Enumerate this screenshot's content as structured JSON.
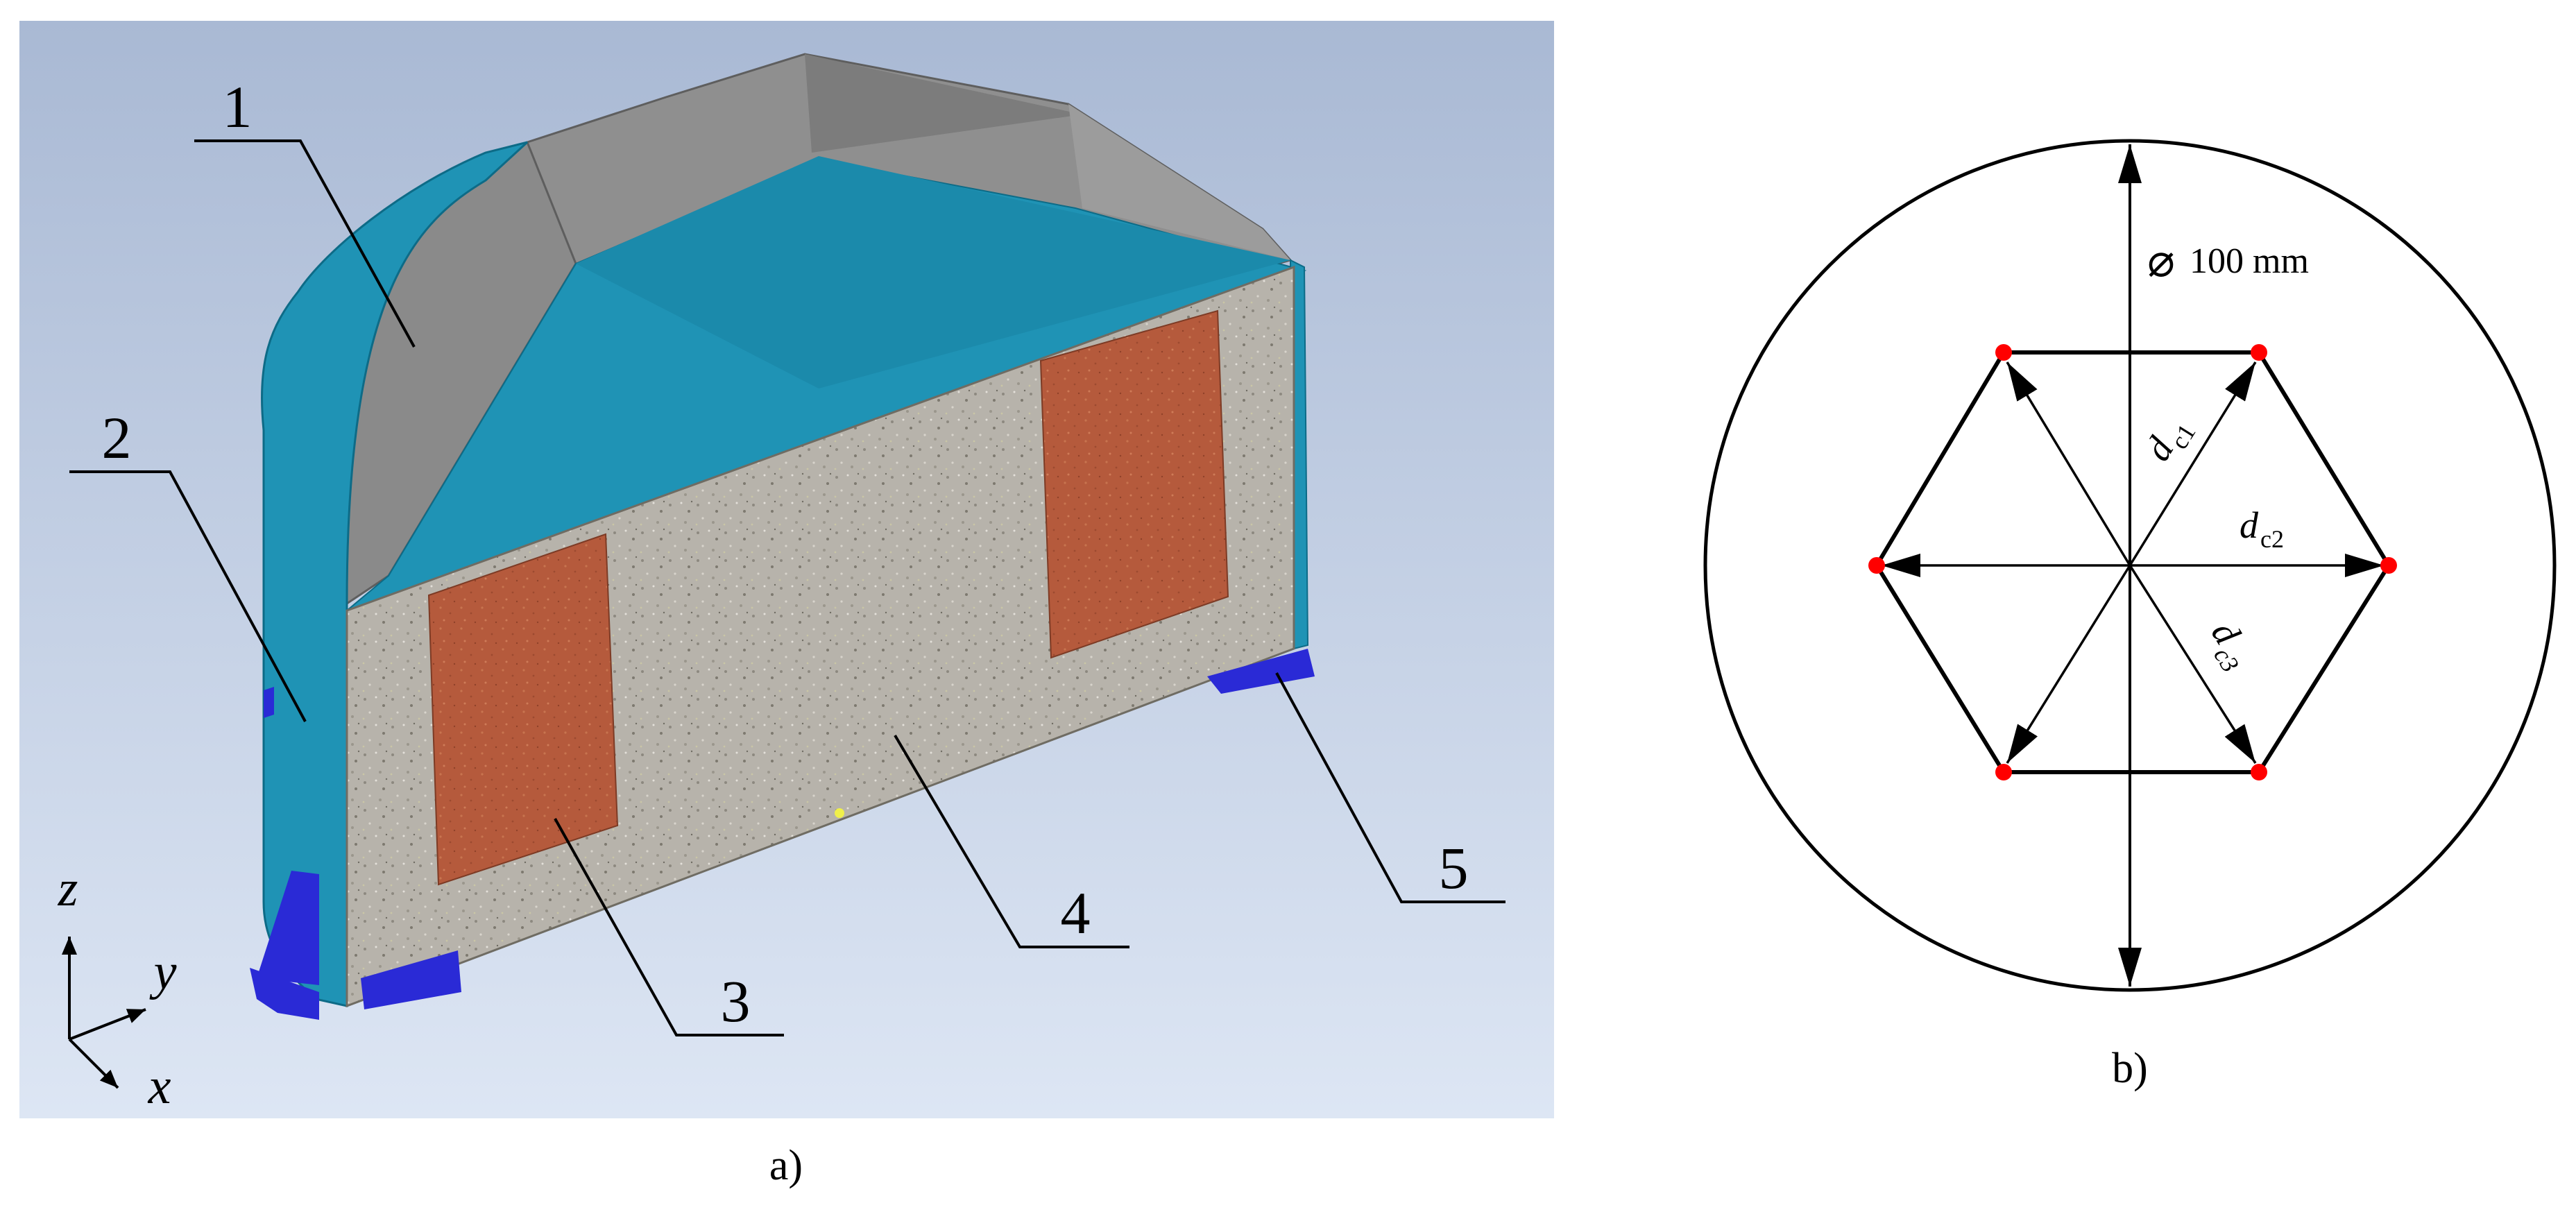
{
  "panel_a": {
    "caption": "a)",
    "labels": [
      "1",
      "2",
      "3",
      "4",
      "5"
    ],
    "axes": {
      "z": "z",
      "y": "y",
      "x": "x"
    },
    "colors": {
      "background_top": "#a9b9d4",
      "background_bottom": "#dde6f4",
      "shell": "#1f93b5",
      "liner": "#8a8a8a",
      "concrete": "#b7b3ab",
      "coil": "#b55a3c",
      "support": "#2a2ad6"
    }
  },
  "panel_b": {
    "caption": "b)",
    "diameter": "100 mm",
    "diameter_symbol": "⌀",
    "dims": [
      {
        "main": "d",
        "sub": "c1"
      },
      {
        "main": "d",
        "sub": "c2"
      },
      {
        "main": "d",
        "sub": "c3"
      }
    ],
    "point_color": "#ff0000"
  }
}
